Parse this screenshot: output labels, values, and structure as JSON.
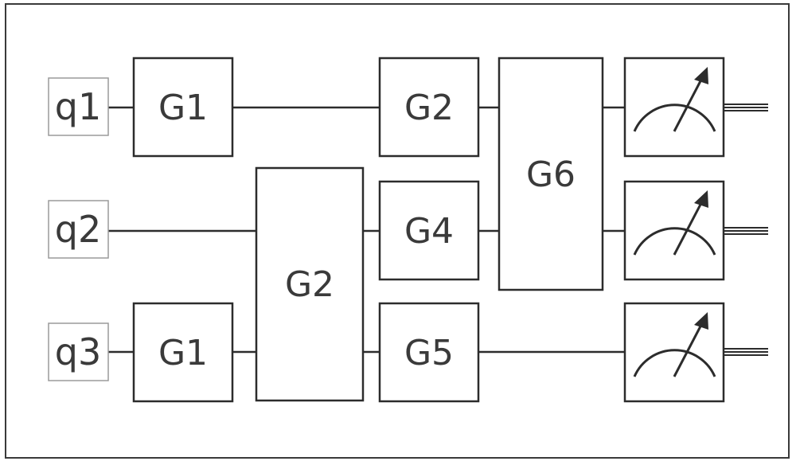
{
  "qubits": [
    {
      "label": "q1"
    },
    {
      "label": "q2"
    },
    {
      "label": "q3"
    }
  ],
  "gates": {
    "q1_g1": "G1",
    "q1_g2": "G2",
    "q2_q3_g2": "G2",
    "q2_g4": "G4",
    "q3_g1": "G1",
    "q3_g5": "G5",
    "q1_q2_g6": "G6"
  },
  "measurements": [
    {
      "icon": "meter-icon"
    },
    {
      "icon": "meter-icon"
    },
    {
      "icon": "meter-icon"
    }
  ]
}
